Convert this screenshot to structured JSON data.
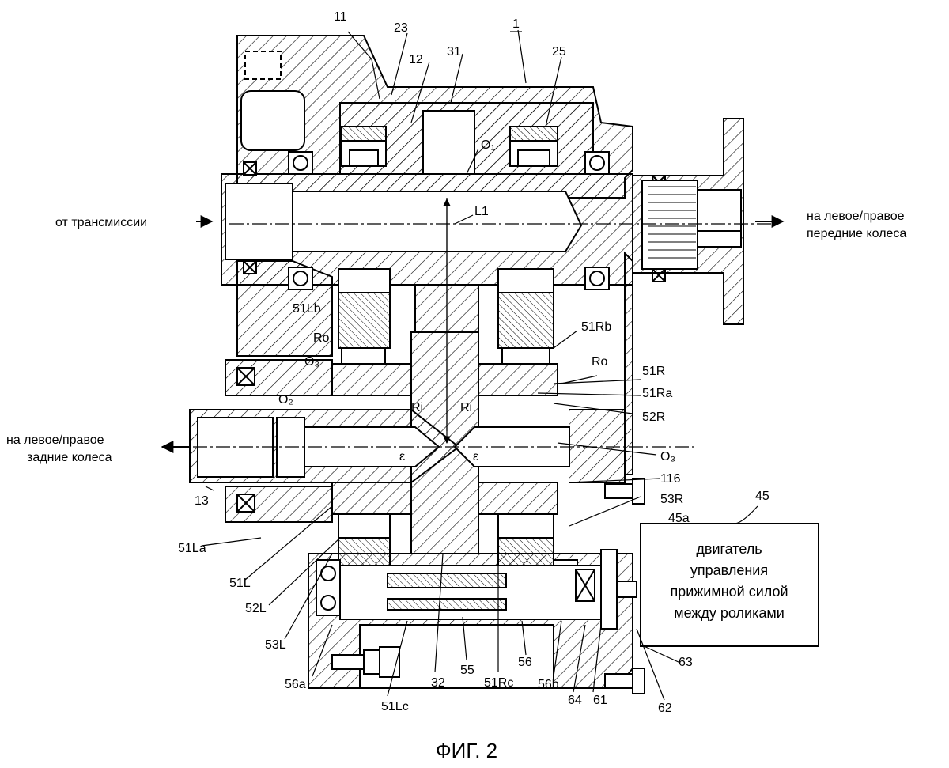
{
  "figure": {
    "caption": "ФИГ. 2",
    "assembly_number": "1"
  },
  "arrows": {
    "from_transmission": "от трансмиссии",
    "to_front": [
      "на левое/правое",
      "передние колеса"
    ],
    "to_rear": [
      "на левое/правое",
      "задние колеса"
    ]
  },
  "motor": {
    "number": "45",
    "sub_number": "45a",
    "lines": [
      "двигатель",
      "управления",
      "прижимной силой",
      "между роликами"
    ]
  },
  "labels": {
    "l11": "11",
    "l23": "23",
    "l12": "12",
    "l31": "31",
    "l25": "25",
    "O1": "O₁",
    "L1": "L1",
    "l51Lb": "51Lb",
    "Ro_left": "Ro",
    "O3_left": "O₃",
    "O2": "O₂",
    "Ri_left": "Ri",
    "eps_left": "ε",
    "l51Rb": "51Rb",
    "Ro_right": "Ro",
    "l51R": "51R",
    "l51Ra": "51Ra",
    "Ri_right": "Ri",
    "l52R": "52R",
    "eps_right": "ε",
    "O3_right": "O₃",
    "l116": "116",
    "l53R": "53R",
    "l13": "13",
    "l51La": "51La",
    "l51L": "51L",
    "l52L": "52L",
    "l53L": "53L",
    "l56a": "56a",
    "l51Lc": "51Lc",
    "l32": "32",
    "l55": "55",
    "l51Rc": "51Rc",
    "l56": "56",
    "l56b": "56b",
    "l64": "64",
    "l61": "61",
    "l62": "62",
    "l63": "63"
  }
}
